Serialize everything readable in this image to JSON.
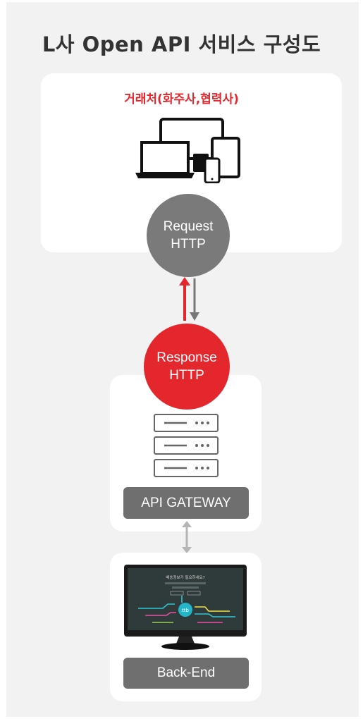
{
  "title": "L사 Open API 서비스 구성도",
  "client": {
    "label": "거래처(화주사,협력사)",
    "icon": "devices-icon"
  },
  "request": {
    "line1": "Request",
    "line2": "HTTP",
    "color": "#7a7a7a"
  },
  "response": {
    "line1": "Response",
    "line2": "HTTP",
    "color": "#e4262d"
  },
  "gateway": {
    "label": "API GATEWAY",
    "icon": "server-rack-icon"
  },
  "backend": {
    "label": "Back-End",
    "icon": "monitor-icon",
    "screen_title": "배송정보가 필요하세요?",
    "screen_logo": "ttb"
  },
  "colors": {
    "accent": "#e4262d",
    "gray": "#7a7a7a",
    "panel": "#f2f2f2"
  }
}
